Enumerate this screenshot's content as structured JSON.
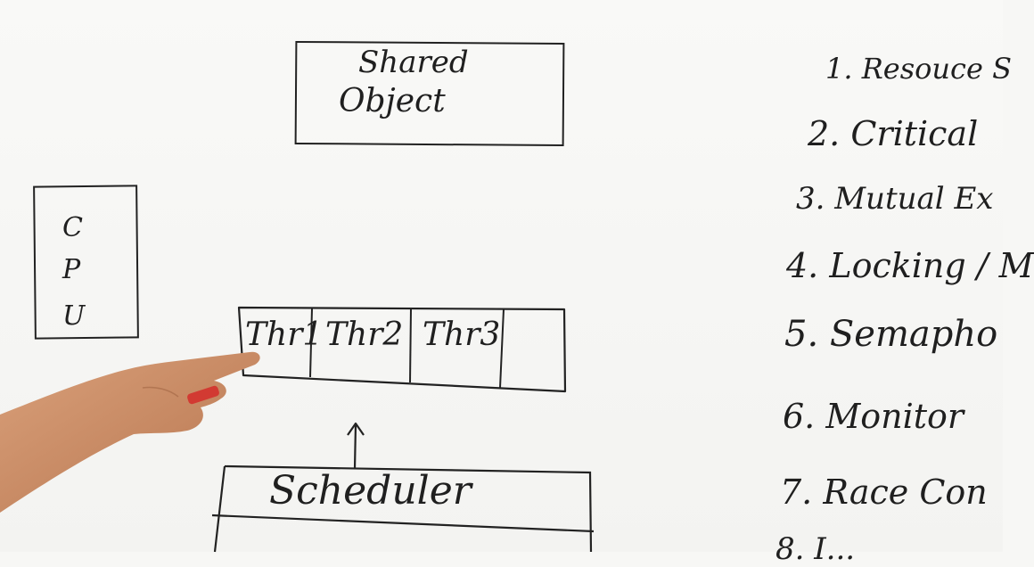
{
  "shared_object": {
    "line1": "Shared",
    "line2": "Object"
  },
  "cpu": {
    "letters": [
      "C",
      "P",
      "U"
    ]
  },
  "thread_queue": {
    "cells": [
      "Thr1",
      "Thr2",
      "Thr3",
      ""
    ]
  },
  "scheduler": {
    "label": "Scheduler"
  },
  "list": {
    "items": [
      "1. Resouce S",
      "2. Critical",
      "3. Mutual Ex",
      "4. Locking / M",
      "5. Semapho",
      "6. Monitor",
      "7. Race Con",
      "8. I..."
    ]
  },
  "colors": {
    "board": "#f7f7f5",
    "ink": "#1f1f1f",
    "skin": "#c98c6a",
    "marker_red": "#d23a32"
  }
}
